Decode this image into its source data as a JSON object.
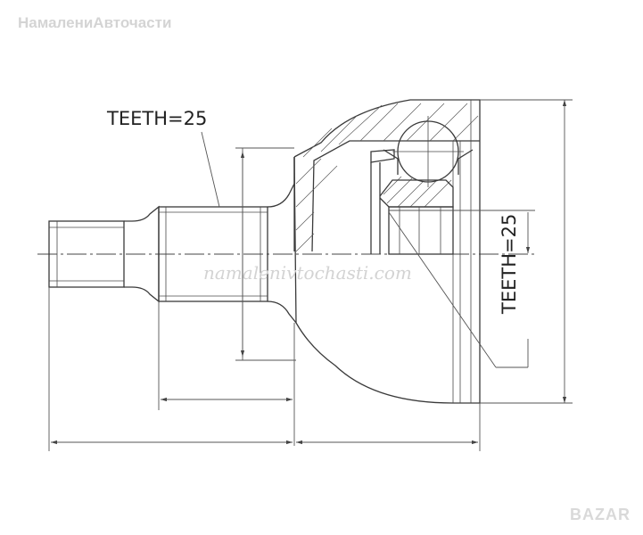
{
  "watermark_text": "НамалениАвточасти",
  "site_watermark": "namalenivtochasti.com",
  "labels": {
    "teeth_left": "TEETH=25",
    "teeth_right": "TEETH=25"
  },
  "logo_text": "BAZAR"
}
